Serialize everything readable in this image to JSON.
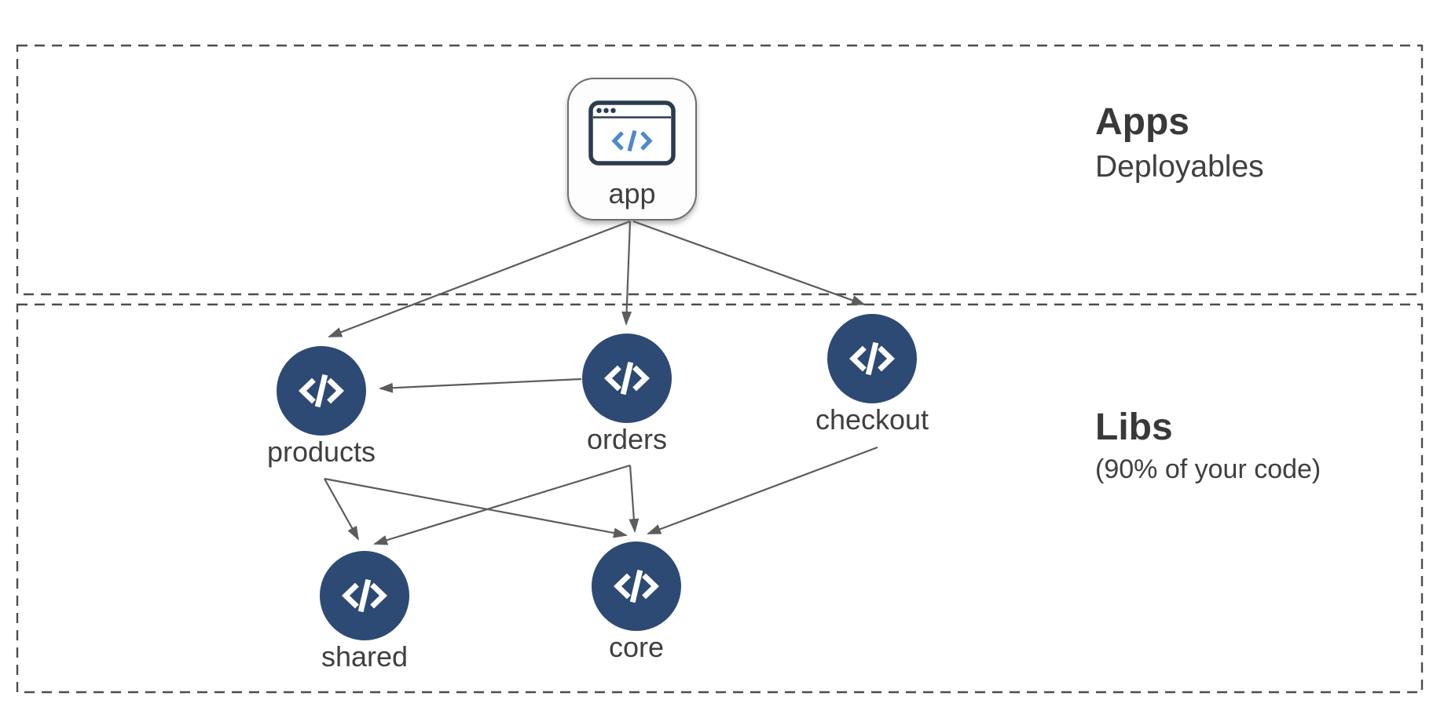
{
  "sections": [
    {
      "id": "apps",
      "title": "Apps",
      "subtitle": "Deployables"
    },
    {
      "id": "libs",
      "title": "Libs",
      "subtitle": "(90% of your code)"
    }
  ],
  "diagram": {
    "app_node": {
      "id": "app",
      "label": "app",
      "icon": "browser-window-code-icon"
    },
    "lib_nodes": [
      {
        "id": "products",
        "label": "products",
        "icon": "code-icon"
      },
      {
        "id": "orders",
        "label": "orders",
        "icon": "code-icon"
      },
      {
        "id": "checkout",
        "label": "checkout",
        "icon": "code-icon"
      },
      {
        "id": "shared",
        "label": "shared",
        "icon": "code-icon"
      },
      {
        "id": "core",
        "label": "core",
        "icon": "code-icon"
      }
    ],
    "edges": [
      {
        "from": "app",
        "to": "products"
      },
      {
        "from": "app",
        "to": "orders"
      },
      {
        "from": "app",
        "to": "checkout"
      },
      {
        "from": "orders",
        "to": "products"
      },
      {
        "from": "products",
        "to": "shared"
      },
      {
        "from": "products",
        "to": "core"
      },
      {
        "from": "orders",
        "to": "shared"
      },
      {
        "from": "orders",
        "to": "core"
      },
      {
        "from": "checkout",
        "to": "core"
      }
    ]
  },
  "colors": {
    "lib_node_fill": "#2d4a74",
    "app_icon_stroke": "#2c3c4f",
    "code_glyph_blue": "#4d89cc",
    "edge_stroke": "#5c5c5c",
    "boundary_stroke": "#4d4d4d",
    "text": "#3f3f3f"
  }
}
